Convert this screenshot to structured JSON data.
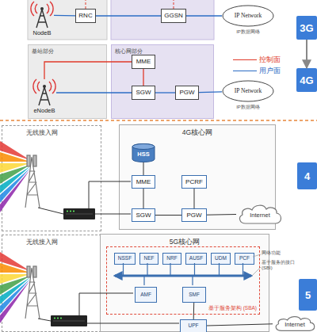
{
  "diagram": {
    "nodes": [
      {
        "text": [
          "NodeB"
        ]
      },
      {
        "text": [
          "RNC"
        ]
      },
      {
        "text": [
          "GGSN"
        ]
      },
      {
        "text": [
          "IP Network",
          "IP数据网络"
        ]
      },
      {
        "text": [
          "基站部分"
        ]
      },
      {
        "text": [
          "eNodeB"
        ],
        "in": 4
      },
      {
        "text": [
          "核心网部分"
        ]
      },
      {
        "text": [
          "MME"
        ],
        "in": 6
      },
      {
        "text": [
          "SGW"
        ],
        "in": 6
      },
      {
        "text": [
          "PGW"
        ],
        "in": 6
      },
      {
        "text": [
          "IP Network",
          "IP数据网络"
        ]
      },
      {
        "text": [
          "3G"
        ]
      },
      {
        "text": [
          "4G"
        ]
      },
      {
        "text": [
          "无线接入网"
        ]
      },
      {
        "text": [
          "4G核心网"
        ]
      },
      {
        "text": [
          "HSS"
        ],
        "in": 14
      },
      {
        "text": [
          "MME"
        ],
        "in": 14
      },
      {
        "text": [
          "PCRF"
        ],
        "in": 14
      },
      {
        "text": [
          "SGW"
        ],
        "in": 14
      },
      {
        "text": [
          "PGW"
        ],
        "in": 14
      },
      {
        "text": [
          "Internet"
        ]
      },
      {
        "text": [
          "4"
        ]
      },
      {
        "text": [
          "无线接入网"
        ]
      },
      {
        "text": [
          "5G核心网"
        ]
      },
      {
        "text": [
          "基于服务架构 (SBA)"
        ],
        "in": 23
      },
      {
        "text": [
          "NSSF"
        ],
        "in": 24
      },
      {
        "text": [
          "NEF"
        ],
        "in": 24
      },
      {
        "text": [
          "NRF"
        ],
        "in": 24
      },
      {
        "text": [
          "AUSF"
        ],
        "in": 24
      },
      {
        "text": [
          "UDM"
        ],
        "in": 24
      },
      {
        "text": [
          "PCF"
        ],
        "in": 24
      },
      {
        "text": [
          "AMF"
        ],
        "in": 24
      },
      {
        "text": [
          "SMF"
        ],
        "in": 24
      },
      {
        "text": [
          "UPF"
        ],
        "in": 23
      },
      {
        "text": [
          "5"
        ]
      },
      {
        "text": [
          "Internet"
        ]
      }
    ],
    "edges": [
      {
        "from": 0,
        "to": 1,
        "arrow": "none"
      },
      {
        "from": 1,
        "to": 2,
        "arrow": "none"
      },
      {
        "from": 2,
        "to": 3,
        "arrow": "none"
      },
      {
        "from": 5,
        "to": 7,
        "arrow": "none"
      },
      {
        "from": 5,
        "to": 8,
        "arrow": "none"
      },
      {
        "from": 7,
        "to": 8,
        "arrow": "none"
      },
      {
        "from": 8,
        "to": 9,
        "arrow": "none"
      },
      {
        "from": 9,
        "to": 10,
        "arrow": "none"
      },
      {
        "from": 11,
        "to": 12,
        "arrow": "to"
      },
      {
        "from": 15,
        "to": 16,
        "arrow": "none"
      },
      {
        "from": 16,
        "to": 18,
        "arrow": "none"
      },
      {
        "from": 17,
        "to": 19,
        "arrow": "none"
      },
      {
        "from": 18,
        "to": 19,
        "arrow": "none"
      },
      {
        "from": 19,
        "to": 20,
        "arrow": "none"
      },
      {
        "from": 32,
        "to": 33,
        "arrow": "none"
      },
      {
        "from": 33,
        "to": 35,
        "arrow": "none"
      }
    ],
    "labels": [
      "网络功能",
      "基于服务的接口(SBI)"
    ],
    "legend": [
      {
        "text": "控制面"
      },
      {
        "text": "用户面"
      }
    ]
  }
}
